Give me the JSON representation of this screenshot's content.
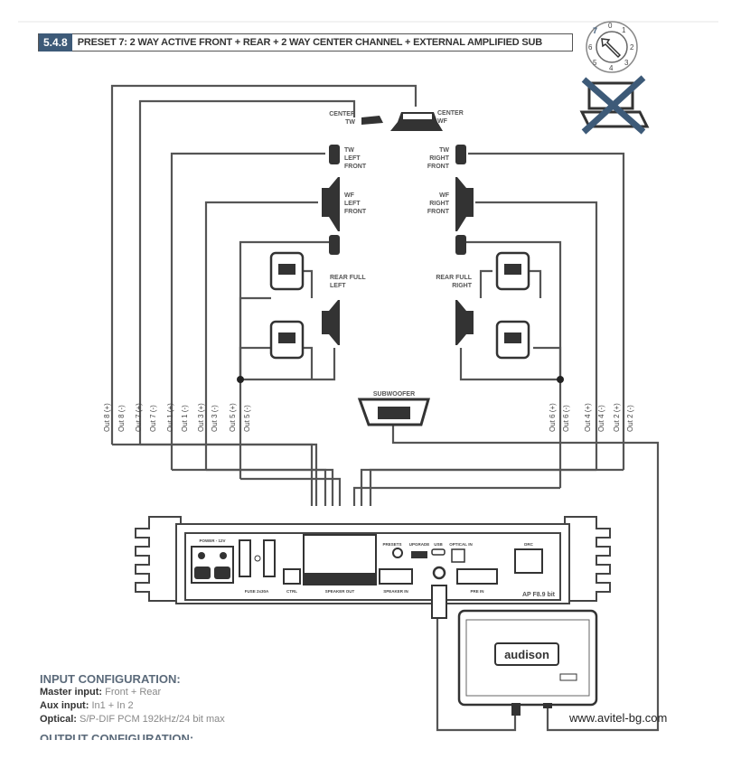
{
  "header": {
    "section_number": "5.4.8",
    "title": "PRESET 7: 2 WAY ACTIVE FRONT + REAR + 2 WAY CENTER CHANNEL + EXTERNAL AMPLIFIED SUB"
  },
  "preset_dial": {
    "numbers": [
      "0",
      "1",
      "2",
      "3",
      "4",
      "5",
      "6",
      "7"
    ],
    "selected": "7"
  },
  "speakers": {
    "center_tw": [
      "CENTER",
      "TW"
    ],
    "center_wf": [
      "CENTER",
      "WF"
    ],
    "tw_left_front": [
      "TW",
      "LEFT",
      "FRONT"
    ],
    "tw_right_front": [
      "TW",
      "RIGHT",
      "FRONT"
    ],
    "wf_left_front": [
      "WF",
      "LEFT",
      "FRONT"
    ],
    "wf_right_front": [
      "WF",
      "RIGHT",
      "FRONT"
    ],
    "rear_left": [
      "REAR FULL",
      "LEFT"
    ],
    "rear_right": [
      "REAR FULL",
      "RIGHT"
    ],
    "subwoofer": "SUBWOOFER"
  },
  "outputs_left": [
    "Out 8 (+)",
    "Out 8 (-)",
    "Out 7 (+)",
    "Out 7 (-)",
    "Out 1 (+)",
    "Out 1 (-)",
    "Out 3 (+)",
    "Out 3 (-)",
    "Out 5 (+)",
    "Out 5 (-)"
  ],
  "outputs_right": [
    "Out 6 (+)",
    "Out 6 (-)",
    "Out 4 (+)",
    "Out 4 (-)",
    "Out 2 (+)",
    "Out 2 (-)"
  ],
  "amplifier": {
    "power": "POWER - 12V",
    "fuse": "FUSE 2x30A",
    "ctrl": "CTRL",
    "speaker_out": "SPEAKER OUT",
    "presets": "PRESETS",
    "upgrade": "UPGRADE",
    "usb": "USB",
    "optical_in": "OPTICAL IN",
    "speaker_in": "SPEAKER IN",
    "pre_in": "PRE IN",
    "drc": "DRC",
    "model": "AP F8.9 bit"
  },
  "sub_amp": {
    "brand": "audison"
  },
  "config": {
    "input_heading": "INPUT CONFIGURATION:",
    "master_label": "Master input:",
    "master_value": "Front + Rear",
    "aux_label": "Aux input:",
    "aux_value": "In1 + In 2",
    "optical_label": "Optical:",
    "optical_value": "S/P-DIF PCM 192kHz/24 bit max",
    "output_heading": "OUTPUT CONFIGURATION:"
  },
  "watermark": "www.avitel-bg.com"
}
